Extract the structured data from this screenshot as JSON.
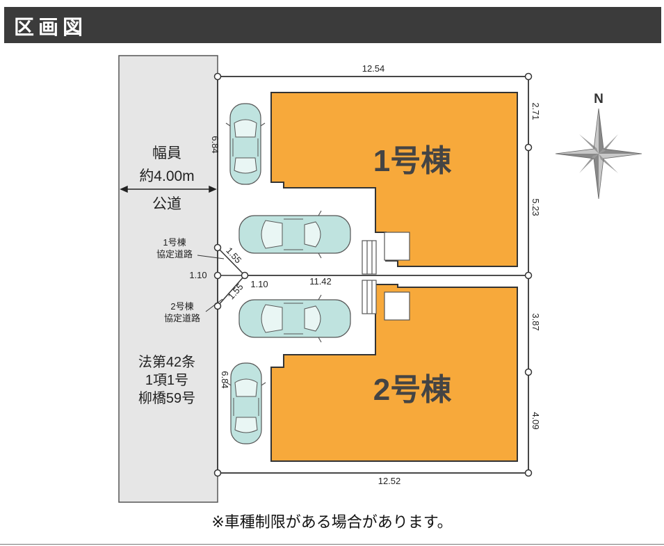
{
  "header": {
    "title": "区画図"
  },
  "road": {
    "width_label": "幅員",
    "width_value": "約4.00m",
    "type": "公道",
    "legal_lines": [
      "法第42条",
      "1項1号",
      "柳橋59号"
    ]
  },
  "lots": [
    {
      "name": "1号棟",
      "color": "#f7a93b"
    },
    {
      "name": "2号棟",
      "color": "#f7a93b"
    }
  ],
  "easements": [
    {
      "lines": [
        "1号棟",
        "協定道路"
      ]
    },
    {
      "lines": [
        "2号棟",
        "協定道路"
      ]
    }
  ],
  "dimensions": {
    "top": "12.54",
    "bottom": "12.52",
    "middle": "11.42",
    "right_1": "2.71",
    "right_2": "5.23",
    "right_3": "3.87",
    "right_4": "4.09",
    "left_upper": "6.84",
    "left_lower": "6.84",
    "diag_upper": "1.55",
    "diag_lower": "1.55",
    "corner_left": "1.10",
    "corner_right": "1.10"
  },
  "compass": {
    "north_label": "N"
  },
  "note": "※車種制限がある場合があります。",
  "colors": {
    "lot": "#f7a93b",
    "road": "#e6e6e6",
    "car": "#bfe3df",
    "header": "#3b3b3b"
  }
}
